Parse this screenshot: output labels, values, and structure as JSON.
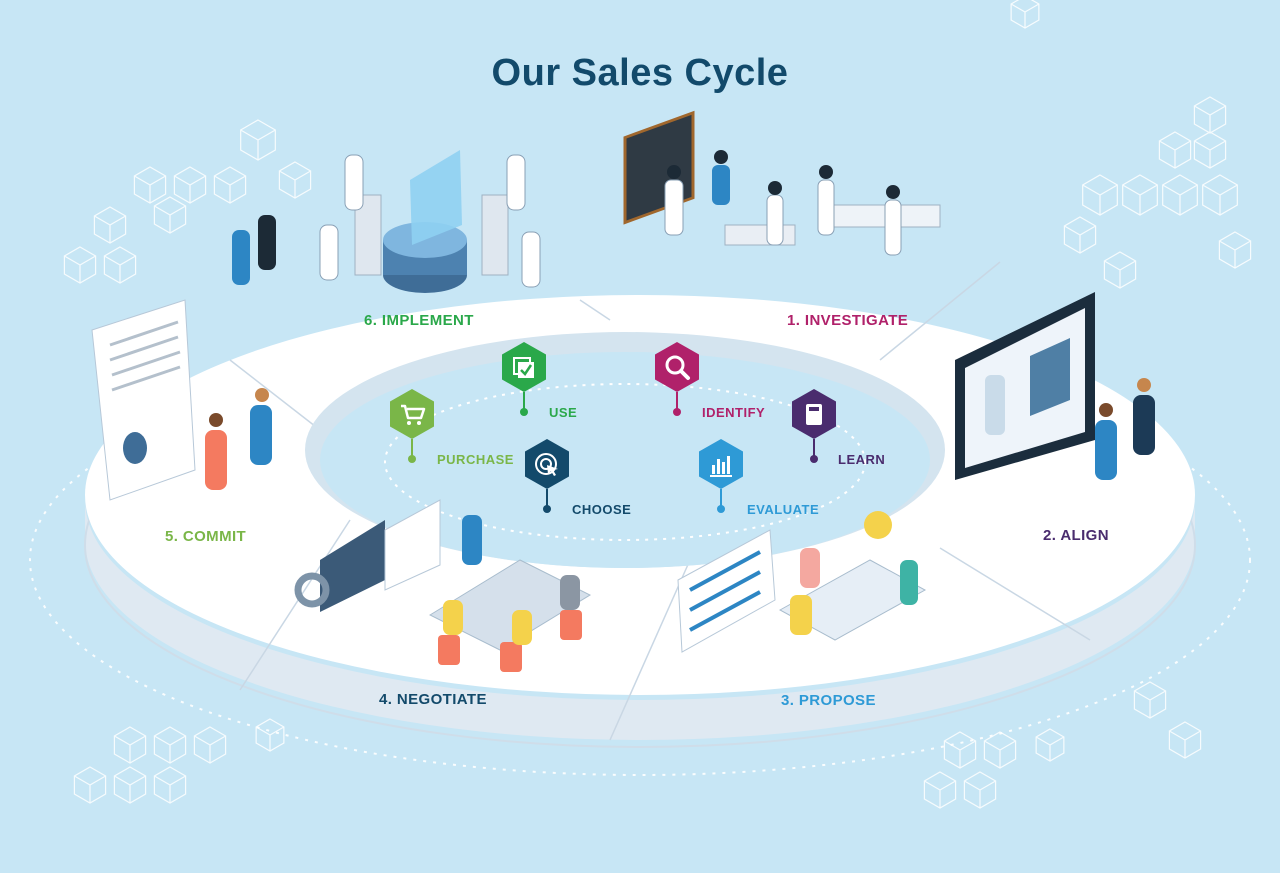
{
  "title": "Our Sales Cycle",
  "colors": {
    "background": "#c7e6f5",
    "title": "#124a6b",
    "investigate": "#b0216a",
    "align": "#4a2c6e",
    "propose": "#2e9ad6",
    "negotiate": "#134a6b",
    "commit": "#7ab648",
    "implement": "#2aa84a"
  },
  "stages": [
    {
      "id": "investigate",
      "label": "1. INVESTIGATE",
      "color": "#b0216a"
    },
    {
      "id": "align",
      "label": "2. ALIGN",
      "color": "#4a2c6e"
    },
    {
      "id": "propose",
      "label": "3. PROPOSE",
      "color": "#2e9ad6"
    },
    {
      "id": "negotiate",
      "label": "4. NEGOTIATE",
      "color": "#134a6b"
    },
    {
      "id": "commit",
      "label": "5. COMMIT",
      "color": "#7ab648"
    },
    {
      "id": "implement",
      "label": "6. IMPLEMENT",
      "color": "#2aa84a"
    }
  ],
  "steps": [
    {
      "id": "identify",
      "label": "IDENTIFY",
      "color": "#b0216a",
      "icon": "magnifier-icon"
    },
    {
      "id": "learn",
      "label": "LEARN",
      "color": "#4a2c6e",
      "icon": "book-icon"
    },
    {
      "id": "evaluate",
      "label": "EVALUATE",
      "color": "#2e9ad6",
      "icon": "bar-chart-icon"
    },
    {
      "id": "choose",
      "label": "CHOOSE",
      "color": "#134a6b",
      "icon": "target-cursor-icon"
    },
    {
      "id": "purchase",
      "label": "PURCHASE",
      "color": "#7ab648",
      "icon": "shopping-cart-icon"
    },
    {
      "id": "use",
      "label": "USE",
      "color": "#2aa84a",
      "icon": "checkbox-icon"
    }
  ]
}
